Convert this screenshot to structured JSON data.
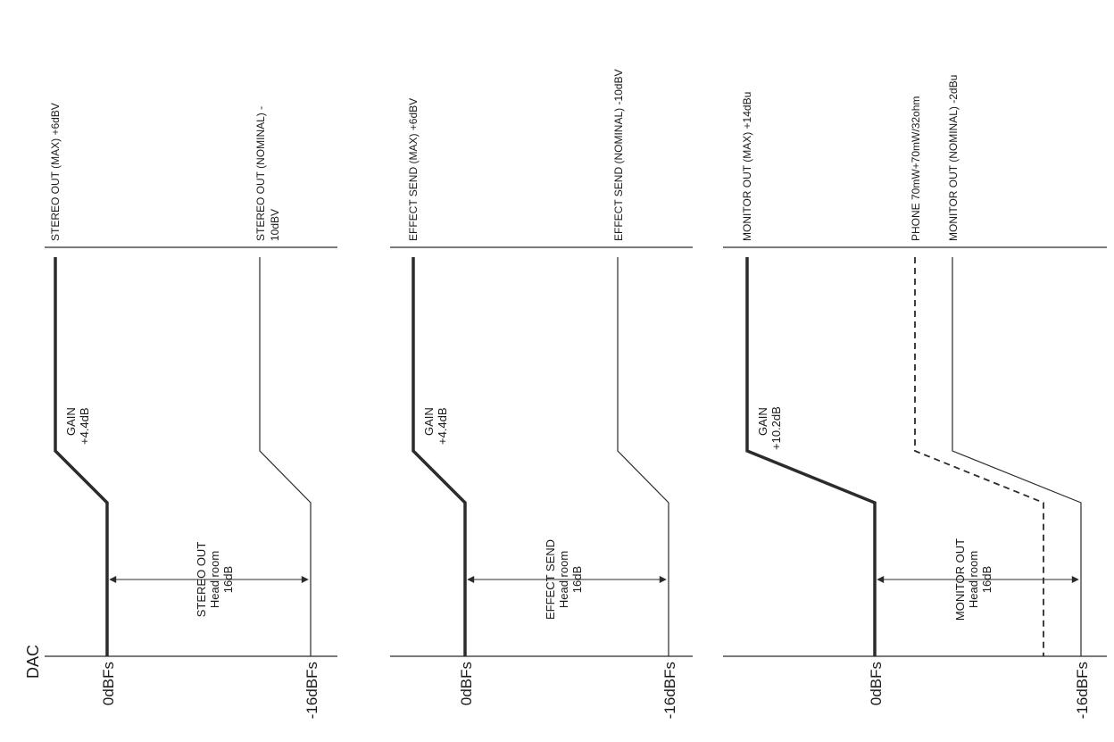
{
  "colors": {
    "line": "#2b2b2b",
    "background": "#ffffff"
  },
  "dac_label": "DAC",
  "panels": [
    {
      "id": "stereo",
      "top_labels": [
        "STEREO OUT (MAX) +6dBV",
        "STEREO OUT (NOMINAL) -",
        "10dBV"
      ],
      "gain_label": [
        "GAIN",
        "+4.4dB"
      ],
      "headroom_label": [
        "STEREO OUT",
        "Head room",
        "16dB"
      ],
      "axis_left": "0dBFs",
      "axis_right": "-16dBFs"
    },
    {
      "id": "effect",
      "top_labels": [
        "EFFECT SEND (MAX) +6dBV",
        "EFFECT SEND (NOMINAL) -10dBV"
      ],
      "gain_label": [
        "GAIN",
        "+4.4dB"
      ],
      "headroom_label": [
        "EFFECT SEND",
        "Head room",
        "16dB"
      ],
      "axis_left": "0dBFs",
      "axis_right": "-16dBFs"
    },
    {
      "id": "monitor",
      "top_labels": [
        "MONITOR OUT (MAX) +14dBu",
        "PHONE 70mW+70mW/32ohm",
        "MONITOR OUT (NOMINAL) -2dBu"
      ],
      "gain_label": [
        "GAIN",
        "+10.2dB"
      ],
      "headroom_label": [
        "MONITOR OUT",
        "Head room",
        "16dB"
      ],
      "axis_left": "0dBFs",
      "axis_right": "-16dBFs"
    }
  ]
}
